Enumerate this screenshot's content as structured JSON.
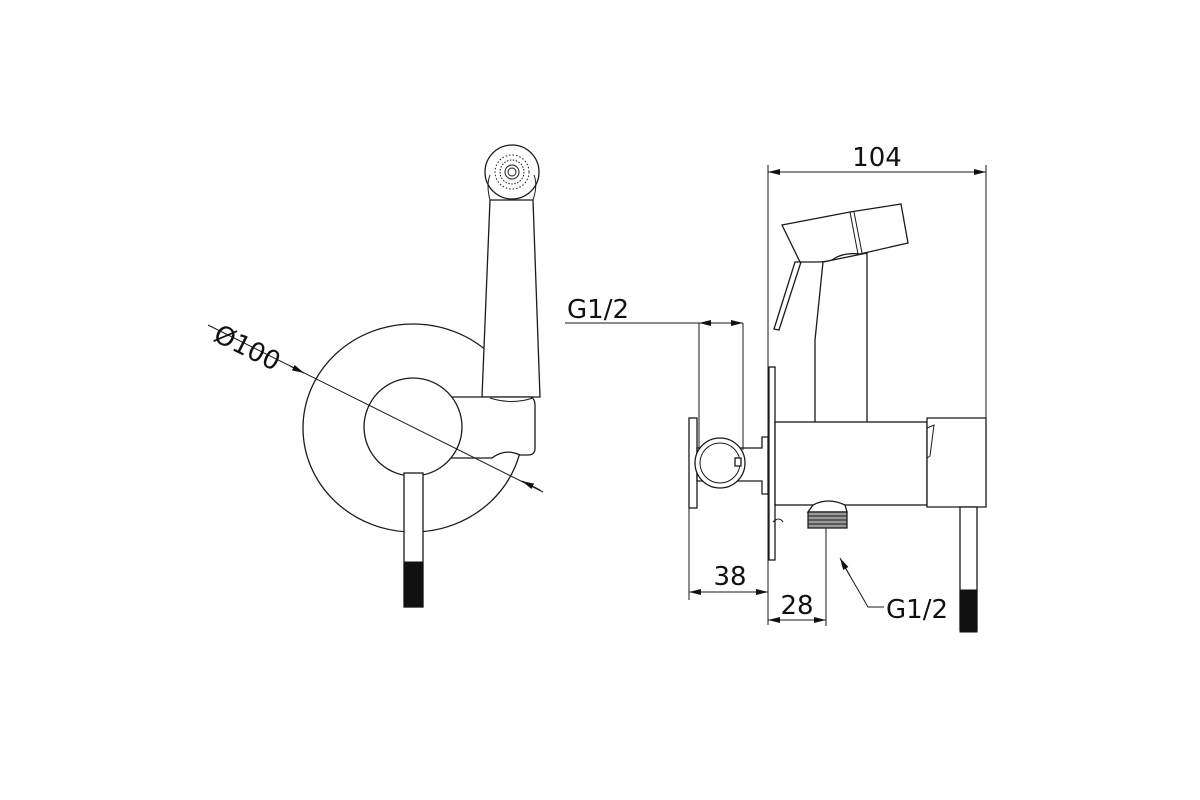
{
  "drawing": {
    "front_view": {
      "diameter_label": "Ø100"
    },
    "side_view": {
      "width_label": "104",
      "inlet_thread_label": "G1/2",
      "outlet_thread_label": "G1/2",
      "depth_holder_label": "38",
      "outlet_offset_label": "28"
    }
  }
}
